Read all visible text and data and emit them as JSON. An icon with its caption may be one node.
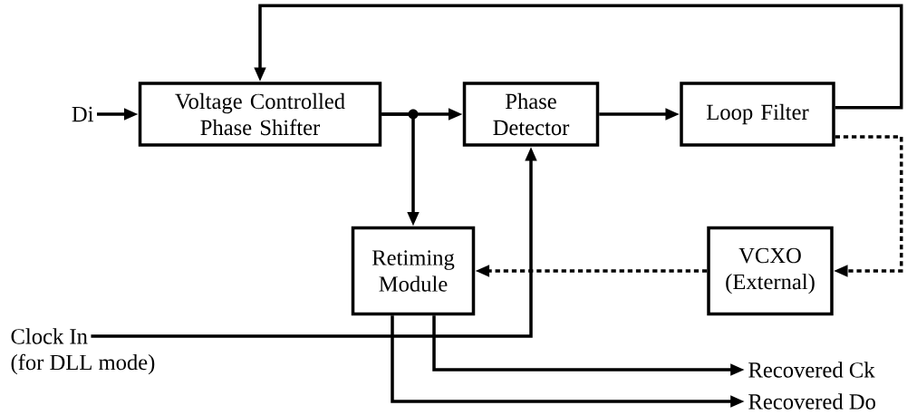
{
  "diagram": {
    "nodes": [
      {
        "text": [
          "Di"
        ]
      },
      {
        "text": [
          "Voltage Controlled Phase Shifter"
        ]
      },
      {
        "text": [
          "Phase Detector"
        ]
      },
      {
        "text": [
          "Loop Filter"
        ]
      },
      {
        "text": [
          "Retiming Module"
        ]
      },
      {
        "text": [
          "VCXO (External)"
        ]
      },
      {
        "text": [
          "Clock In"
        ],
        "beside": [
          "(for DLL mode)"
        ]
      },
      {
        "text": [
          "Recovered Ck"
        ]
      },
      {
        "text": [
          "Recovered Do"
        ]
      }
    ],
    "edges": [
      {
        "from": 0,
        "to": 1,
        "arrow": "to"
      },
      {
        "from": 1,
        "to": 2,
        "arrow": "to"
      },
      {
        "from": 1,
        "to": 4,
        "arrow": "to"
      },
      {
        "from": 2,
        "to": 3,
        "arrow": "to"
      },
      {
        "from": 3,
        "to": 1,
        "arrow": "to"
      },
      {
        "from": 3,
        "to": 5,
        "arrow": "to",
        "style": "dashed"
      },
      {
        "from": 5,
        "to": 4,
        "arrow": "to",
        "style": "dashed"
      },
      {
        "from": 6,
        "to": 2,
        "arrow": "to"
      },
      {
        "from": 4,
        "to": 7,
        "arrow": "to"
      },
      {
        "from": 4,
        "to": 8,
        "arrow": "to"
      }
    ]
  }
}
